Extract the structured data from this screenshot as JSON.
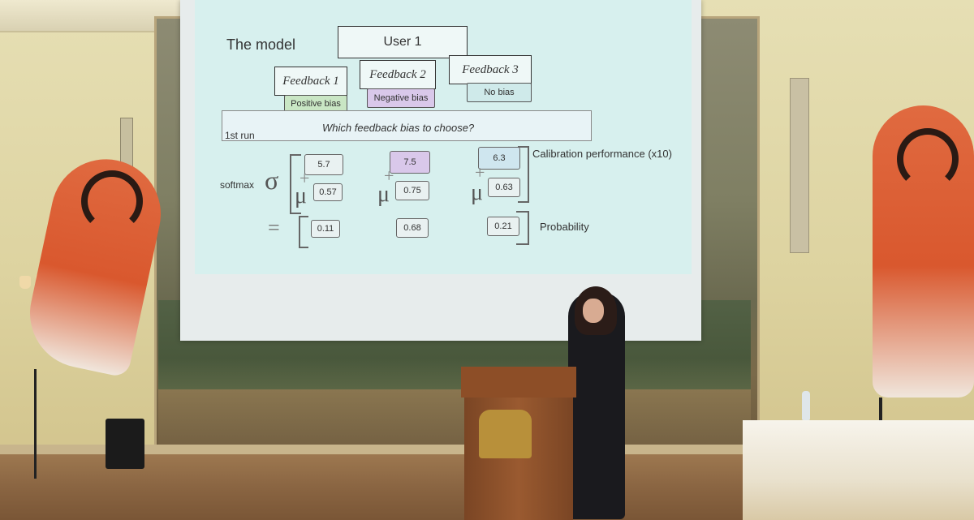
{
  "slide": {
    "title": "The model",
    "user": "User 1",
    "feedback": [
      {
        "label": "Feedback 1",
        "bias": "Positive bias",
        "bias_color": "#c9e6c4"
      },
      {
        "label": "Feedback 2",
        "bias": "Negative bias",
        "bias_color": "#d9c8ea"
      },
      {
        "label": "Feedback 3",
        "bias": "No bias",
        "bias_color": "#cfeaea"
      }
    ],
    "run_label": "1st run",
    "run_question": "Which feedback bias to choose?",
    "softmax_label": "softmax",
    "sigma": "σ",
    "mu": "μ",
    "plus": "+",
    "equals": "=",
    "calibration": [
      "5.7",
      "7.5",
      "6.3"
    ],
    "mu_values": [
      "0.57",
      "0.75",
      "0.63"
    ],
    "probabilities": [
      "0.11",
      "0.68",
      "0.21"
    ],
    "calibration_label": "Calibration performance (x10)",
    "probability_label": "Probability"
  },
  "colors": {
    "slide_bg": "#d7f0ee",
    "banner_orange": "#dd5f33",
    "podium_wood": "#8d4e27"
  }
}
